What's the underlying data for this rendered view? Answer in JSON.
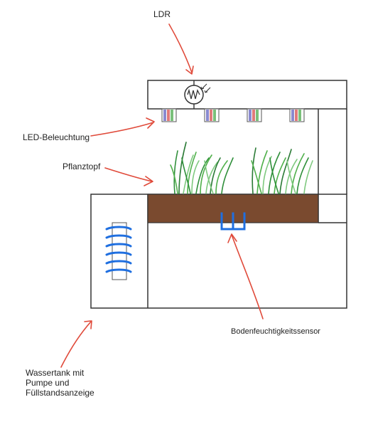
{
  "labels": {
    "ldr": "LDR",
    "led": "LED-Beleuchtung",
    "pot": "Pflanztopf",
    "sensor": "Bodenfeuchtigkeitssensor",
    "tank_lines": [
      "Wassertank mit",
      "Pumpe und",
      "Füllstandsanzeige"
    ]
  },
  "colors": {
    "outline": "#333333",
    "annotation": "#e04a3a",
    "soil": "#7a4a2f",
    "sensor": "#1f6fe0",
    "grass": [
      "#2f8f3a",
      "#4fb04a",
      "#7fc97f",
      "#2a7a35"
    ]
  },
  "icons": {
    "ldr": "ldr-resistor-icon",
    "led": "led-bulb-icon",
    "sensor": "soil-probe-icon",
    "pump": "pump-coil-icon"
  }
}
